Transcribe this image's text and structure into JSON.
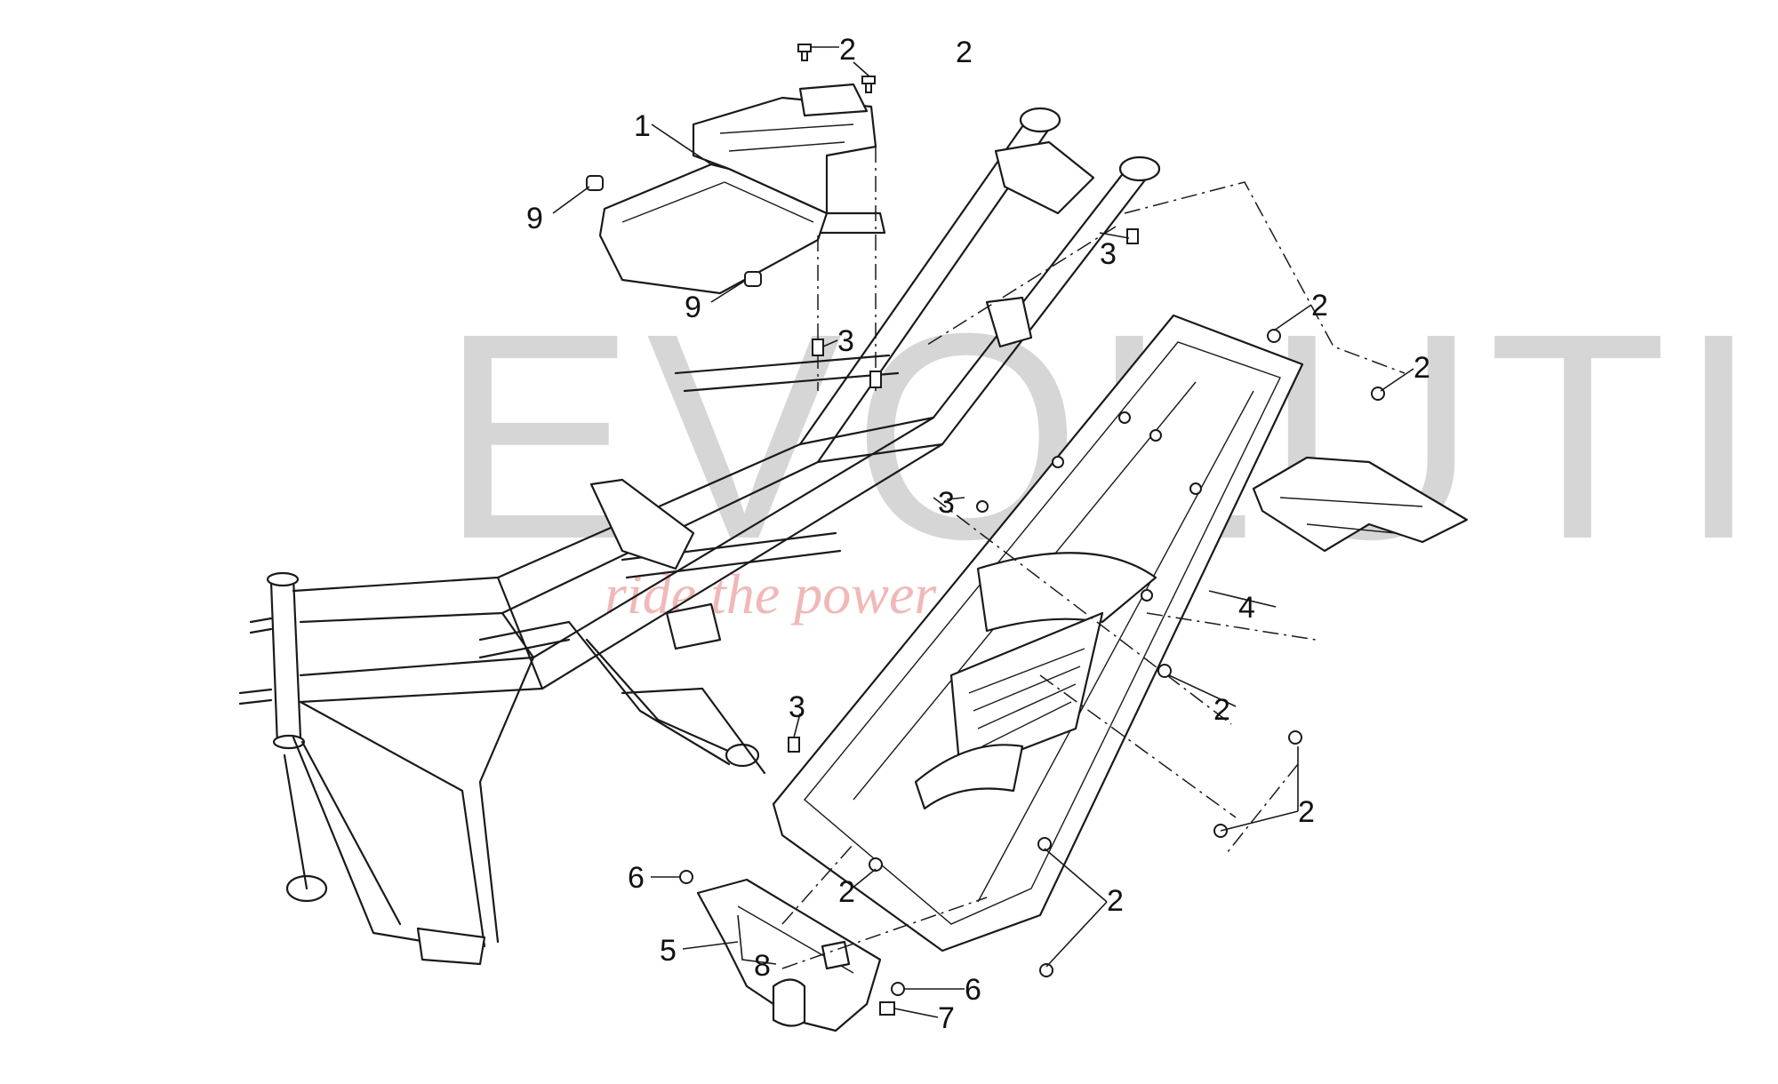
{
  "watermark": {
    "brand": "EVOLUTION BIKE",
    "tagline": "ride the power"
  },
  "callouts": [
    {
      "number": "1",
      "part": "battery-tray"
    },
    {
      "number": "2",
      "part": "screw"
    },
    {
      "number": "2",
      "part": "screw"
    },
    {
      "number": "2",
      "part": "screw"
    },
    {
      "number": "2",
      "part": "screw"
    },
    {
      "number": "2",
      "part": "screw"
    },
    {
      "number": "2",
      "part": "screw"
    },
    {
      "number": "2",
      "part": "screw"
    },
    {
      "number": "2",
      "part": "screw"
    },
    {
      "number": "3",
      "part": "spacer"
    },
    {
      "number": "3",
      "part": "spacer"
    },
    {
      "number": "3",
      "part": "spacer"
    },
    {
      "number": "3",
      "part": "spacer"
    },
    {
      "number": "4",
      "part": "rear-mudguard"
    },
    {
      "number": "5",
      "part": "cover-plate"
    },
    {
      "number": "6",
      "part": "screw"
    },
    {
      "number": "6",
      "part": "screw"
    },
    {
      "number": "7",
      "part": "nut"
    },
    {
      "number": "8",
      "part": "bracket"
    },
    {
      "number": "9",
      "part": "bushing"
    },
    {
      "number": "9",
      "part": "bushing"
    }
  ]
}
